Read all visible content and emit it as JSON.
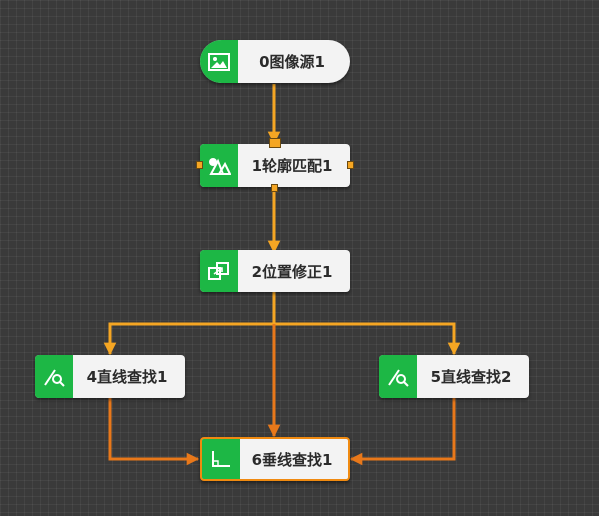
{
  "colors": {
    "background": "#3a3a3a",
    "node_icon_bg": "#1db745",
    "node_body": "#f3f3f3",
    "edge_primary": "#f5a623",
    "edge_secondary": "#e8781a",
    "selected_border": "#f08a10"
  },
  "nodes": [
    {
      "id": "n0",
      "label": "0图像源1",
      "icon": "image-icon"
    },
    {
      "id": "n1",
      "label": "1轮廓匹配1",
      "icon": "contour-match-icon"
    },
    {
      "id": "n2",
      "label": "2位置修正1",
      "icon": "position-correction-icon"
    },
    {
      "id": "n4",
      "label": "4直线查找1",
      "icon": "line-find-icon"
    },
    {
      "id": "n5",
      "label": "5直线查找2",
      "icon": "line-find-icon"
    },
    {
      "id": "n6",
      "label": "6垂线查找1",
      "icon": "perpendicular-find-icon",
      "selected": true
    }
  ],
  "edges": [
    {
      "from": "n0",
      "to": "n1"
    },
    {
      "from": "n1",
      "to": "n2"
    },
    {
      "from": "n2",
      "to": "n4"
    },
    {
      "from": "n2",
      "to": "n5"
    },
    {
      "from": "n2",
      "to": "n6"
    },
    {
      "from": "n4",
      "to": "n6"
    },
    {
      "from": "n5",
      "to": "n6"
    }
  ]
}
